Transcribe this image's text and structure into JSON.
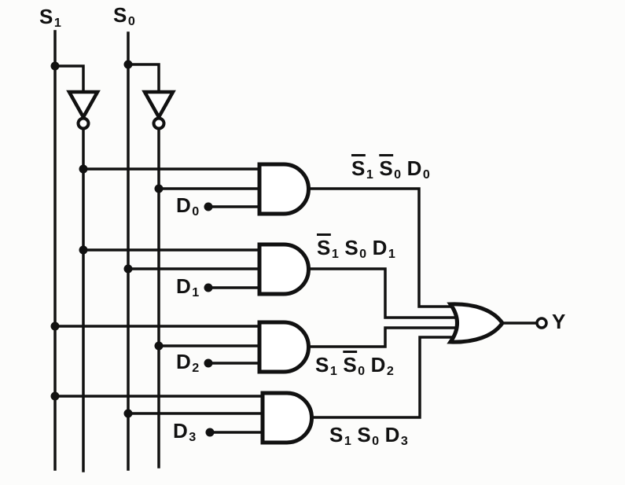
{
  "colors": {
    "line": "#111111",
    "background": "#fcfcfb",
    "gate_fill": "#ffffff"
  },
  "diagram": {
    "gates": {
      "not_gates": [
        "NOT-S1",
        "NOT-S0"
      ],
      "and_gates": 4,
      "or_gates": 1
    }
  },
  "labels": {
    "select": [
      {
        "tokens": [
          {
            "t": "S",
            "sub": "1"
          }
        ]
      },
      {
        "tokens": [
          {
            "t": "S",
            "sub": "0"
          }
        ]
      }
    ],
    "data_inputs": [
      {
        "tokens": [
          {
            "t": "D",
            "sub": "0"
          }
        ]
      },
      {
        "tokens": [
          {
            "t": "D",
            "sub": "1"
          }
        ]
      },
      {
        "tokens": [
          {
            "t": "D",
            "sub": "2"
          }
        ]
      },
      {
        "tokens": [
          {
            "t": "D",
            "sub": "3"
          }
        ]
      }
    ],
    "product_terms": [
      {
        "tokens": [
          {
            "t": "S",
            "bar": true,
            "sub": "1"
          },
          {
            "t": "S",
            "bar": true,
            "sub": "0"
          },
          {
            "t": "D",
            "sub": "0"
          }
        ]
      },
      {
        "tokens": [
          {
            "t": "S",
            "bar": true,
            "sub": "1"
          },
          {
            "t": "S",
            "sub": "0"
          },
          {
            "t": "D",
            "sub": "1"
          }
        ]
      },
      {
        "tokens": [
          {
            "t": "S",
            "sub": "1"
          },
          {
            "t": "S",
            "bar": true,
            "sub": "0"
          },
          {
            "t": "D",
            "sub": "2"
          }
        ]
      },
      {
        "tokens": [
          {
            "t": "S",
            "sub": "1"
          },
          {
            "t": "S",
            "sub": "0"
          },
          {
            "t": "D",
            "sub": "3"
          }
        ]
      }
    ],
    "output": "Y"
  }
}
